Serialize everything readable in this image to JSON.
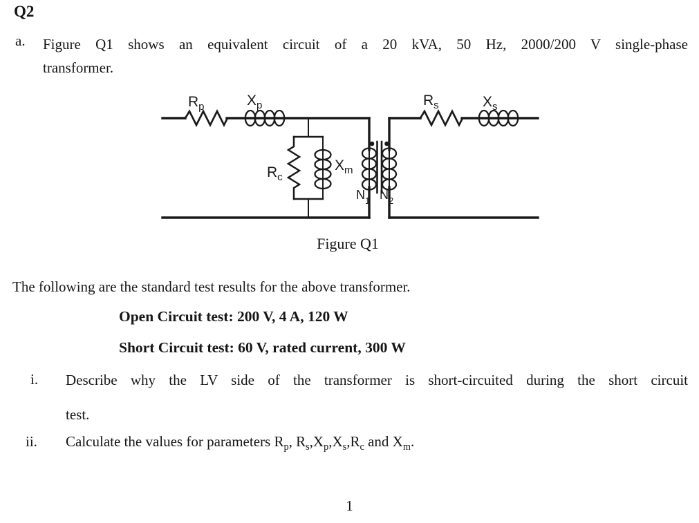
{
  "ink_color": "#1a1a1a",
  "page_title": "Q2",
  "question_a": {
    "marker": "a.",
    "line1": "Figure Q1 shows an equivalent circuit of a 20 kVA, 50 Hz, 2000/200 V single-phase",
    "line2": "transformer."
  },
  "figure": {
    "caption": "Figure Q1",
    "labels": {
      "rp_main": "R",
      "rp_sub": "p",
      "xp_main": "X",
      "xp_sub": "p",
      "rs_main": "R",
      "rs_sub": "s",
      "xs_main": "X",
      "xs_sub": "s",
      "rc_main": "R",
      "rc_sub": "c",
      "xm_main": "X",
      "xm_sub": "m",
      "n1_main": "N",
      "n1_sub": "1",
      "n2_main": "N",
      "n2_sub": "2"
    }
  },
  "intro_text": "The following are the standard test results for the above transformer.",
  "test_results": {
    "open_circuit": "Open Circuit test: 200 V, 4 A, 120 W",
    "short_circuit": "Short Circuit test: 60 V, rated current, 300 W"
  },
  "sub_questions": {
    "i": {
      "marker": "i.",
      "line1": "Describe why the LV side of the transformer is short-circuited during the short circuit",
      "line2": "test."
    },
    "ii": {
      "marker": "ii.",
      "segments": [
        {
          "t": "Calculate the values for parameters R"
        },
        {
          "sub": "p"
        },
        {
          "t": ", R"
        },
        {
          "sub": "s"
        },
        {
          "t": ",X"
        },
        {
          "sub": "p"
        },
        {
          "t": ",X"
        },
        {
          "sub": "s"
        },
        {
          "t": ",R"
        },
        {
          "sub": "c"
        },
        {
          "t": " and X"
        },
        {
          "sub": "m"
        },
        {
          "t": "."
        }
      ]
    }
  },
  "page_number": "1"
}
